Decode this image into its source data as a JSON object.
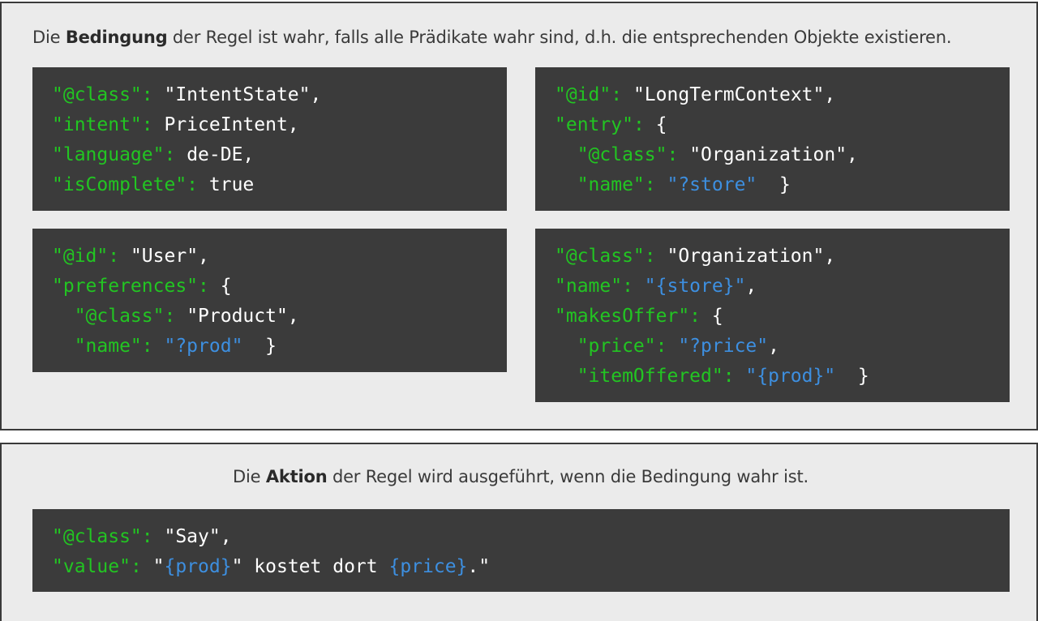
{
  "condition": {
    "caption_pre": "Die ",
    "caption_bold": "Bedingung",
    "caption_post": " der Regel ist wahr, falls alle Prädikate wahr sind, d.h. die entsprechenden Objekte existieren.",
    "blocks": [
      {
        "lines": [
          [
            {
              "t": "\"@class\"",
              "c": "k"
            },
            {
              "t": ": ",
              "c": "k"
            },
            {
              "t": "\"IntentState\",",
              "c": "v"
            }
          ],
          [
            {
              "t": "\"intent\"",
              "c": "k"
            },
            {
              "t": ": ",
              "c": "k"
            },
            {
              "t": "PriceIntent,",
              "c": "v"
            }
          ],
          [
            {
              "t": "\"language\"",
              "c": "k"
            },
            {
              "t": ": ",
              "c": "k"
            },
            {
              "t": "de-DE,",
              "c": "v"
            }
          ],
          [
            {
              "t": "\"isComplete\"",
              "c": "k"
            },
            {
              "t": ": ",
              "c": "k"
            },
            {
              "t": "true",
              "c": "v"
            }
          ]
        ]
      },
      {
        "lines": [
          [
            {
              "t": "\"@id\"",
              "c": "k"
            },
            {
              "t": ": ",
              "c": "k"
            },
            {
              "t": "\"LongTermContext\",",
              "c": "v"
            }
          ],
          [
            {
              "t": "\"entry\"",
              "c": "k"
            },
            {
              "t": ": ",
              "c": "k"
            },
            {
              "t": "{",
              "c": "v"
            }
          ],
          [
            {
              "t": "  \"@class\"",
              "c": "k"
            },
            {
              "t": ": ",
              "c": "k"
            },
            {
              "t": "\"Organization\",",
              "c": "v"
            }
          ],
          [
            {
              "t": "  \"name\"",
              "c": "k"
            },
            {
              "t": ": ",
              "c": "k"
            },
            {
              "t": "\"?store\"",
              "c": "vr"
            },
            {
              "t": "  }",
              "c": "v"
            }
          ]
        ]
      },
      {
        "lines": [
          [
            {
              "t": "\"@id\"",
              "c": "k"
            },
            {
              "t": ": ",
              "c": "k"
            },
            {
              "t": "\"User\",",
              "c": "v"
            }
          ],
          [
            {
              "t": "\"preferences\"",
              "c": "k"
            },
            {
              "t": ": ",
              "c": "k"
            },
            {
              "t": "{",
              "c": "v"
            }
          ],
          [
            {
              "t": "  \"@class\"",
              "c": "k"
            },
            {
              "t": ": ",
              "c": "k"
            },
            {
              "t": "\"Product\",",
              "c": "v"
            }
          ],
          [
            {
              "t": "  \"name\"",
              "c": "k"
            },
            {
              "t": ": ",
              "c": "k"
            },
            {
              "t": "\"?prod\"",
              "c": "vr"
            },
            {
              "t": "  }",
              "c": "v"
            }
          ]
        ]
      },
      {
        "lines": [
          [
            {
              "t": "\"@class\"",
              "c": "k"
            },
            {
              "t": ": ",
              "c": "k"
            },
            {
              "t": "\"Organization\",",
              "c": "v"
            }
          ],
          [
            {
              "t": "\"name\"",
              "c": "k"
            },
            {
              "t": ": ",
              "c": "k"
            },
            {
              "t": "\"{store}\"",
              "c": "vr"
            },
            {
              "t": ",",
              "c": "v"
            }
          ],
          [
            {
              "t": "\"makesOffer\"",
              "c": "k"
            },
            {
              "t": ": ",
              "c": "k"
            },
            {
              "t": "{",
              "c": "v"
            }
          ],
          [
            {
              "t": "  \"price\"",
              "c": "k"
            },
            {
              "t": ": ",
              "c": "k"
            },
            {
              "t": "\"?price\"",
              "c": "vr"
            },
            {
              "t": ",",
              "c": "v"
            }
          ],
          [
            {
              "t": "  \"itemOffered\"",
              "c": "k"
            },
            {
              "t": ": ",
              "c": "k"
            },
            {
              "t": "\"{prod}\"",
              "c": "vr"
            },
            {
              "t": "  }",
              "c": "v"
            }
          ]
        ]
      }
    ]
  },
  "action": {
    "caption_pre": "Die ",
    "caption_bold": "Aktion",
    "caption_post": " der Regel wird ausgeführt, wenn die Bedingung wahr ist.",
    "blocks": [
      {
        "lines": [
          [
            {
              "t": "\"@class\"",
              "c": "k"
            },
            {
              "t": ": ",
              "c": "k"
            },
            {
              "t": "\"Say\",",
              "c": "v"
            }
          ],
          [
            {
              "t": "\"value\"",
              "c": "k"
            },
            {
              "t": ": ",
              "c": "k"
            },
            {
              "t": "\"",
              "c": "v"
            },
            {
              "t": "{prod}",
              "c": "vr"
            },
            {
              "t": "\" kostet dort ",
              "c": "v"
            },
            {
              "t": "{price}",
              "c": "vr"
            },
            {
              "t": ".\"",
              "c": "v"
            }
          ]
        ]
      }
    ]
  },
  "colors": {
    "key": "#22c522",
    "value": "#ffffff",
    "variable": "#3d8fe0",
    "code_background": "#3b3b3b",
    "panel_background": "#ebebeb"
  }
}
